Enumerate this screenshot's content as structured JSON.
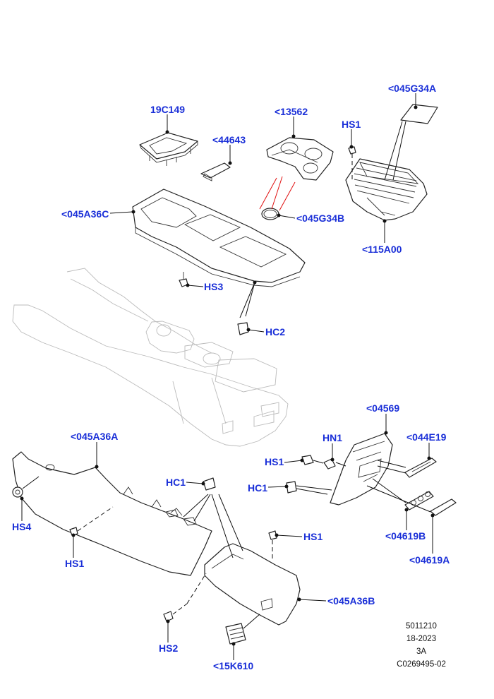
{
  "label_color": "#1a2fd8",
  "highlight_color": "#e01010",
  "labels": {
    "l_19c149": "19C149",
    "l_13562": "<13562",
    "l_045g34a": "<045G34A",
    "l_hs1_top": "HS1",
    "l_44643": "<44643",
    "l_045a36c": "<045A36C",
    "l_045g34b": "<045G34B",
    "l_115a00": "<115A00",
    "l_hs3": "HS3",
    "l_hc2": "HC2",
    "l_04569": "<04569",
    "l_045a36a": "<045A36A",
    "l_hn1": "HN1",
    "l_044e19": "<044E19",
    "l_hs1_mid": "HS1",
    "l_hc1_a": "HC1",
    "l_hc1_b": "HC1",
    "l_hs4": "HS4",
    "l_hs1_left": "HS1",
    "l_hs1_right": "HS1",
    "l_04619b": "<04619B",
    "l_04619a": "<04619A",
    "l_045a36b": "<045A36B",
    "l_hs2": "HS2",
    "l_15k610": "<15K610"
  },
  "footer": {
    "line1": "5011210",
    "line2": "18-2023",
    "line3": "3A",
    "line4": "C0269495-02"
  }
}
